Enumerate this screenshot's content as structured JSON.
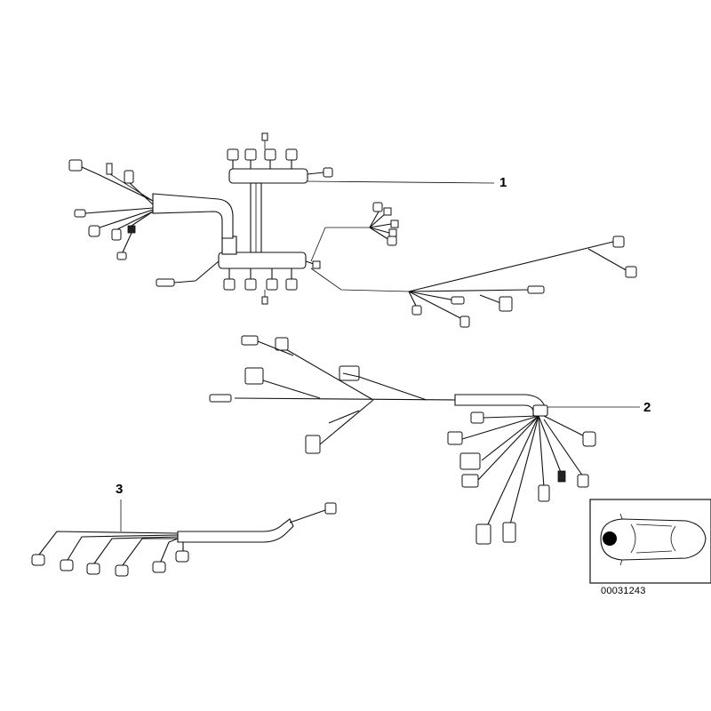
{
  "callouts": {
    "part1": "1",
    "part2": "2",
    "part3": "3"
  },
  "reference_code": "00031243",
  "colors": {
    "line": "#111111",
    "background": "#ffffff"
  }
}
